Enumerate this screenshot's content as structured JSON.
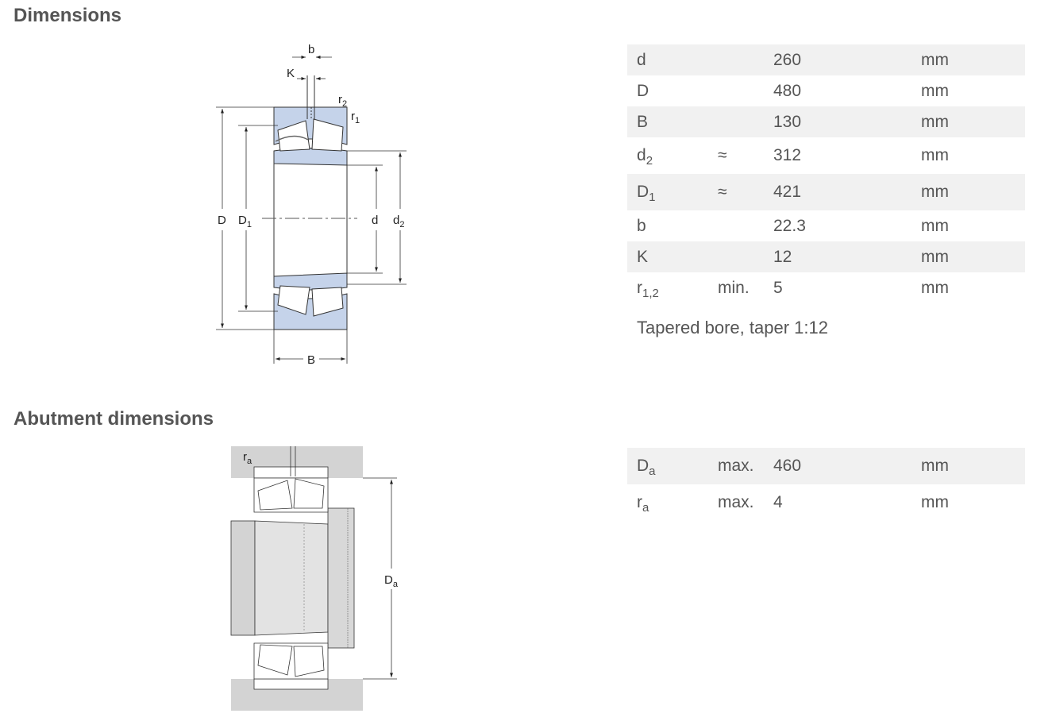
{
  "dimensions": {
    "title": "Dimensions",
    "rows": [
      {
        "sym": "d",
        "sub": "",
        "qual": "",
        "val": "260",
        "unit": "mm"
      },
      {
        "sym": "D",
        "sub": "",
        "qual": "",
        "val": "480",
        "unit": "mm"
      },
      {
        "sym": "B",
        "sub": "",
        "qual": "",
        "val": "130",
        "unit": "mm"
      },
      {
        "sym": "d",
        "sub": "2",
        "qual": "≈",
        "val": "312",
        "unit": "mm"
      },
      {
        "sym": "D",
        "sub": "1",
        "qual": "≈",
        "val": "421",
        "unit": "mm"
      },
      {
        "sym": "b",
        "sub": "",
        "qual": "",
        "val": "22.3",
        "unit": "mm"
      },
      {
        "sym": "K",
        "sub": "",
        "qual": "",
        "val": "12",
        "unit": "mm"
      },
      {
        "sym": "r",
        "sub": "1,2",
        "qual": "min.",
        "val": "5",
        "unit": "mm"
      }
    ],
    "note": "Tapered bore, taper 1:12"
  },
  "abutment": {
    "title": "Abutment dimensions",
    "rows": [
      {
        "sym": "D",
        "sub": "a",
        "qual": "max.",
        "val": "460",
        "unit": "mm"
      },
      {
        "sym": "r",
        "sub": "a",
        "qual": "max.",
        "val": "4",
        "unit": "mm"
      }
    ]
  },
  "drawing_labels": {
    "b": "b",
    "K": "K",
    "r": "r",
    "r2_sub": "2",
    "r1_sub": "1",
    "D": "D",
    "D1": "D",
    "D1_sub": "1",
    "d": "d",
    "d2": "d",
    "d2_sub": "2",
    "B": "B",
    "ra": "r",
    "ra_sub": "a",
    "Da": "D",
    "Da_sub": "a"
  },
  "colors": {
    "ring_fill": "#c5d3ea",
    "housing_fill": "#d3d3d3",
    "row_stripe": "#f1f1f1",
    "text": "#555555"
  }
}
